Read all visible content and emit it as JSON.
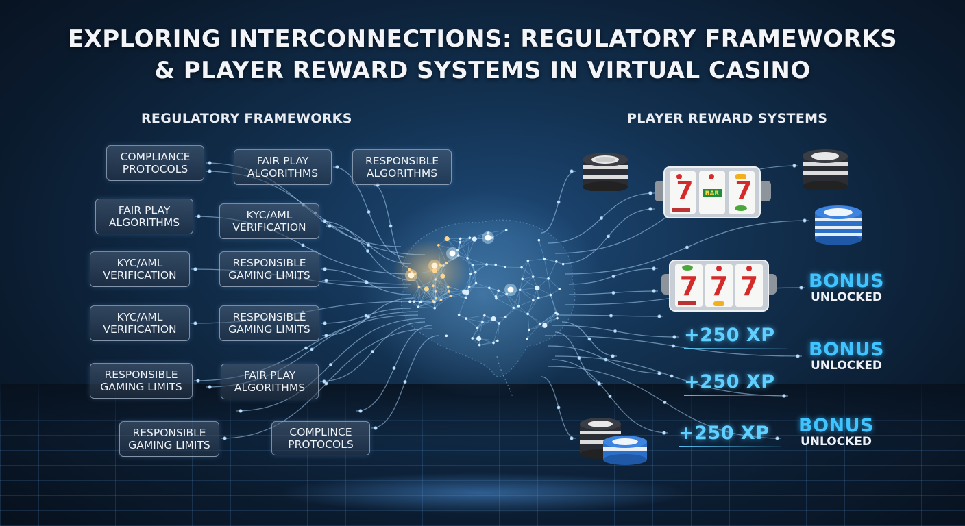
{
  "title": {
    "line1": "EXPLORING INTERCONNECTIONS: REGULATORY FRAMEWORKS",
    "line2": "& PLAYER REWARD SYSTEMS IN VIRTUAL CASINO"
  },
  "left_heading": "REGULATORY FRAMEWORKS",
  "right_heading": "PLAYER REWARD SYSTEMS",
  "regulatory_boxes": [
    {
      "line1": "COMPLIANCE",
      "line2": "PROTOCOLS"
    },
    {
      "line1": "FAIR PLAY",
      "line2": "ALGORITHMS"
    },
    {
      "line1": "RESPONSIBLE",
      "line2": "ALGORITHMS"
    },
    {
      "line1": "FAIR PLAY",
      "line2": "ALGORITHMS"
    },
    {
      "line1": "KYC/AML",
      "line2": "VERIFICATION"
    },
    {
      "line1": "KYC/AML",
      "line2": "VERIFICATION"
    },
    {
      "line1": "RESPONSIBLE",
      "line2": "GAMING LIMITS"
    },
    {
      "line1": "KYC/AML",
      "line2": "VERIFICATION"
    },
    {
      "line1": "RESPONSIBLE",
      "line2": "GAMING LIMITS"
    },
    {
      "line1": "RESPONSIBLE",
      "line2": "GAMING LIMITS"
    },
    {
      "line1": "FAIR PLAY",
      "line2": "ALGORITHMS"
    },
    {
      "line1": "RESPONSIBLE",
      "line2": "GAMING LIMITS"
    },
    {
      "line1": "COMPLINCE",
      "line2": "PROTOCOLS"
    }
  ],
  "rewards": {
    "xp": [
      "+250 XP",
      "+250 XP",
      "+250 XP"
    ],
    "bonus": [
      {
        "line1": "BONUS",
        "line2": "UNLOCKED"
      },
      {
        "line1": "BONUS",
        "line2": "UNLOCKED"
      },
      {
        "line1": "BONUS",
        "line2": "UNLOCKED"
      }
    ],
    "slot_reels": [
      "7",
      "7",
      "7"
    ],
    "slot_bar": "BAR"
  },
  "colors": {
    "accent": "#3fc4ff",
    "glow": "#f5c26b",
    "background": "#0b1c30"
  }
}
